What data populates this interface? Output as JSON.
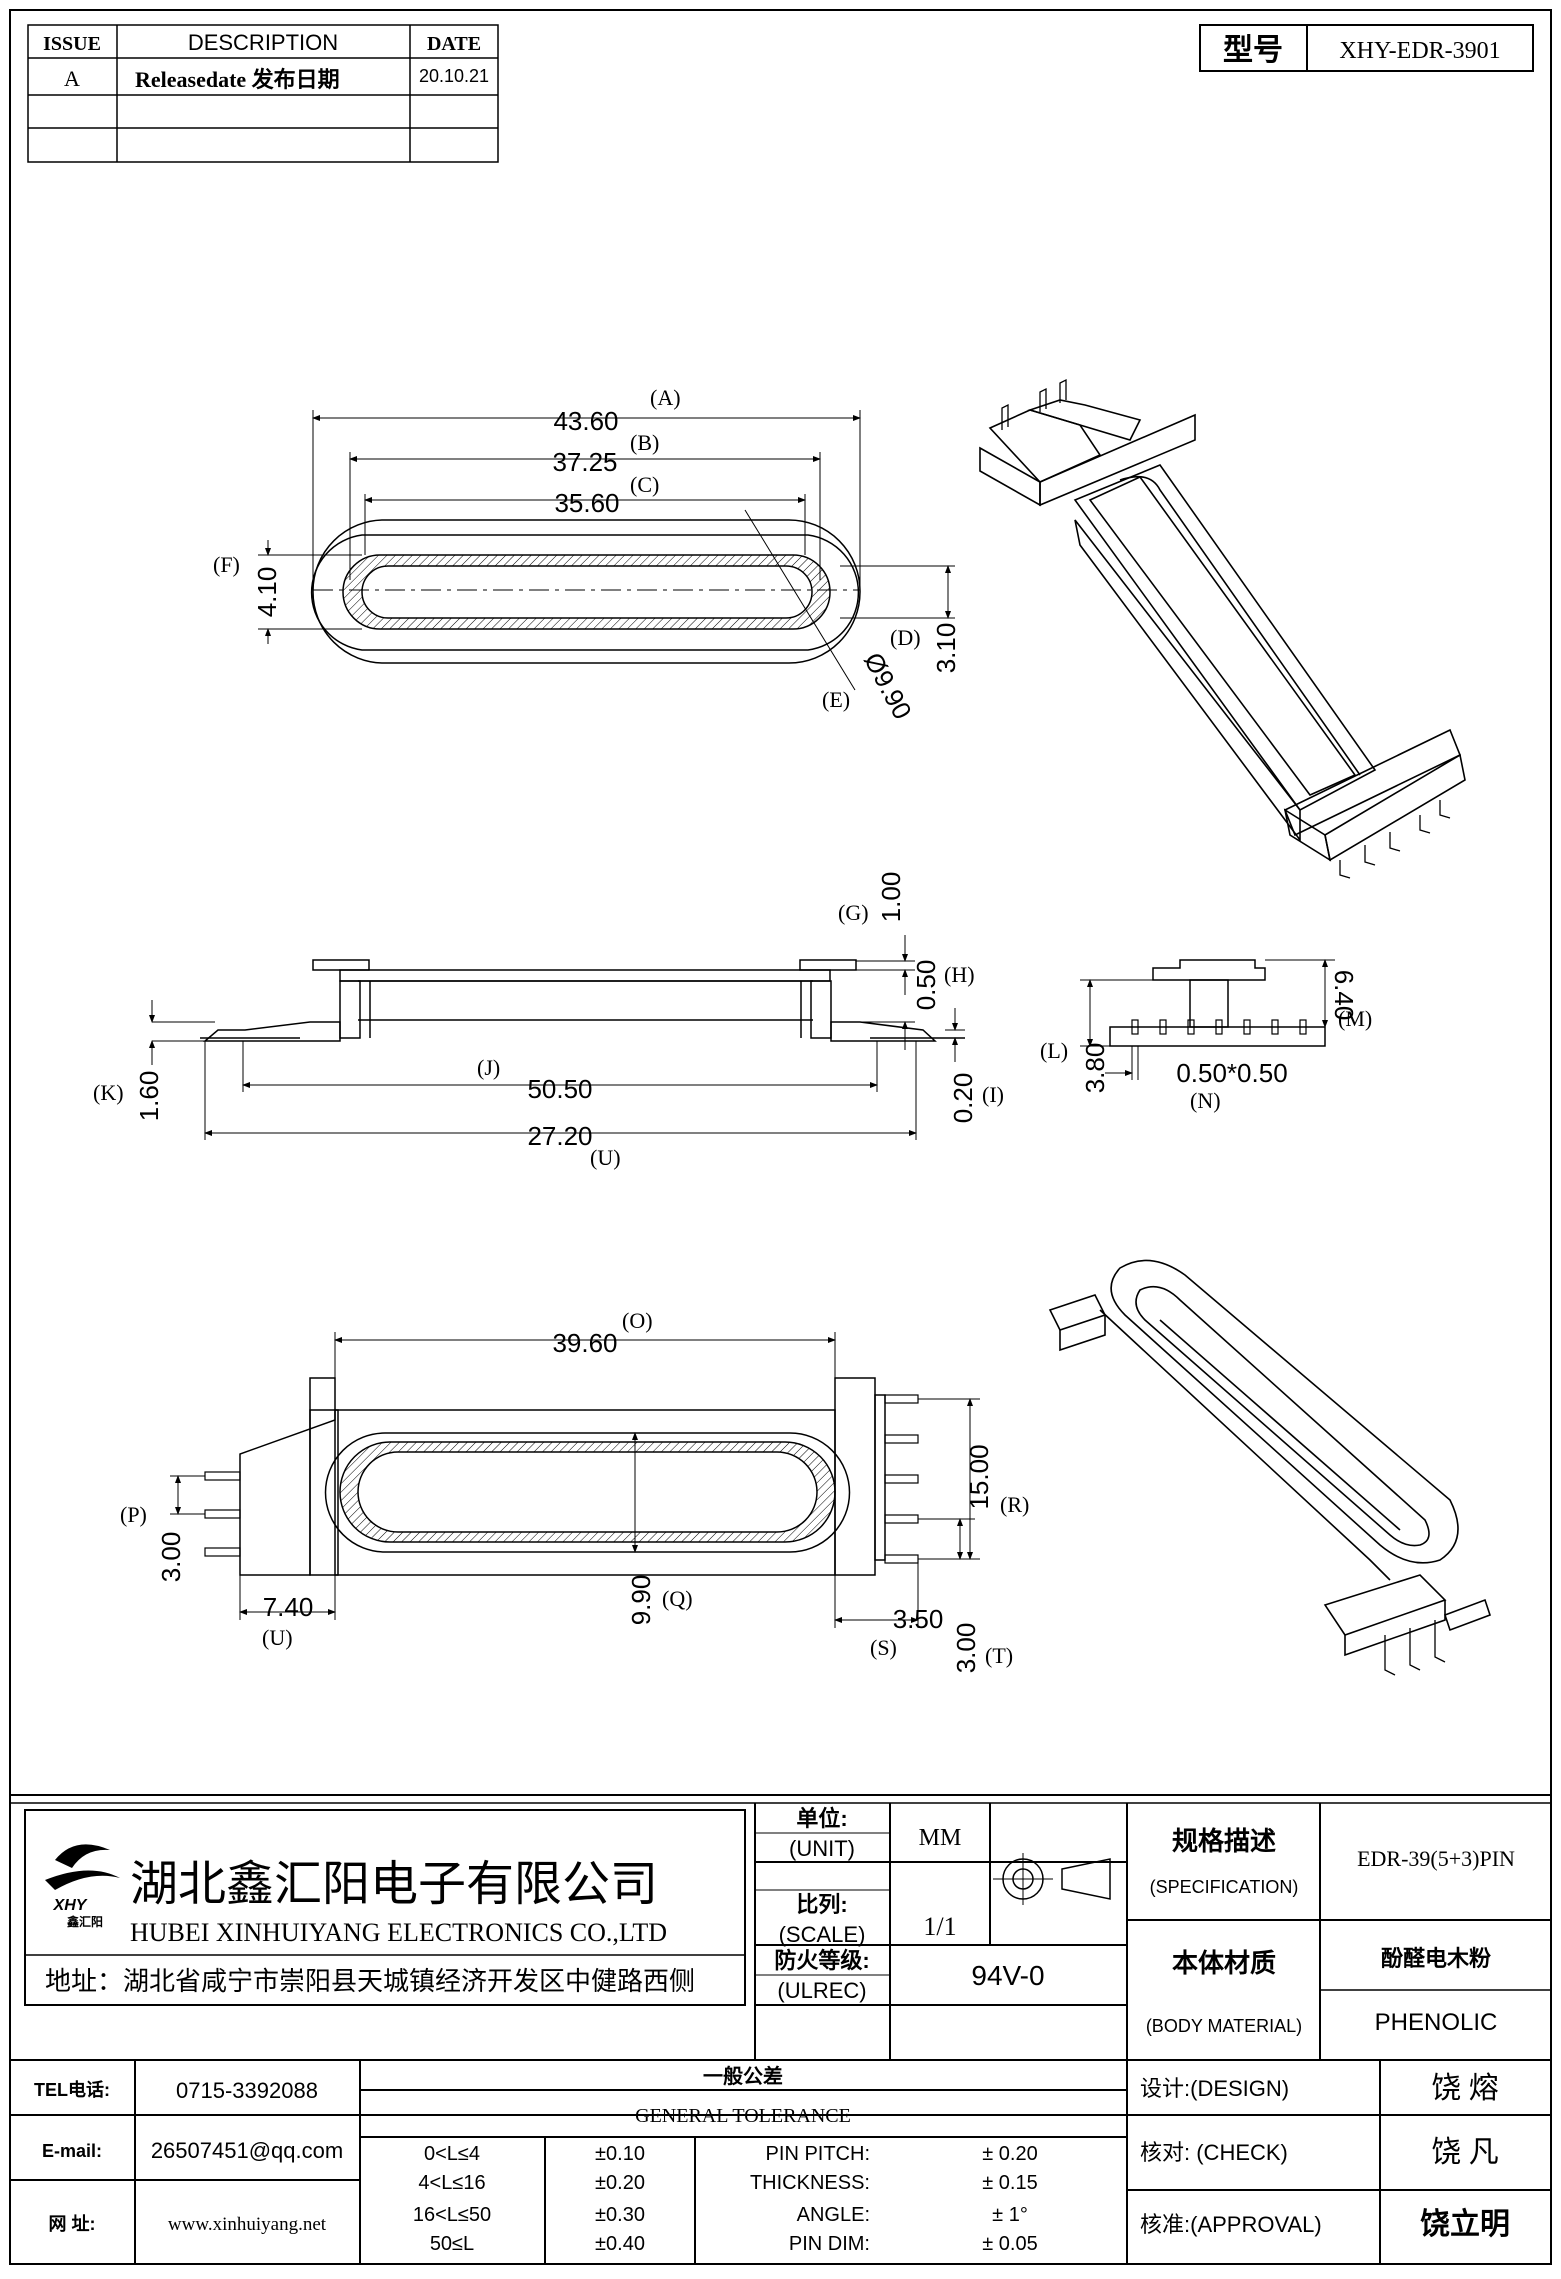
{
  "revision": {
    "headers": {
      "issue": "ISSUE",
      "description": "DESCRIPTION",
      "date": "DATE"
    },
    "rows": [
      {
        "issue": "A",
        "description": "Releasedate 发布日期",
        "date": "20.10.21"
      }
    ]
  },
  "model": {
    "label": "型号",
    "value": "XHY-EDR-3901"
  },
  "top_view": {
    "dims": [
      "43.60",
      "37.25",
      "35.60",
      "4.10",
      "3.10",
      "Ø9.90"
    ],
    "tags": [
      "(A)",
      "(B)",
      "(C)",
      "(F)",
      "(D)",
      "(E)"
    ]
  },
  "side_view": {
    "dims": [
      "1.00",
      "0.50",
      "1.60",
      "50.50",
      "27.20",
      "0.20"
    ],
    "tags": [
      "(G)",
      "(H)",
      "(K)",
      "(J)",
      "(U)",
      "(I)"
    ]
  },
  "end_view": {
    "dims": [
      "6.40",
      "3.80",
      "0.50*0.50"
    ],
    "tags": [
      "(M)",
      "(L)",
      "(N)"
    ]
  },
  "bottom_view": {
    "dims": [
      "39.60",
      "15.00",
      "3.00",
      "7.40",
      "9.90",
      "3.50",
      "3.00"
    ],
    "tags": [
      "(O)",
      "(R)",
      "(P)",
      "(U)",
      "(Q)",
      "(S)",
      "(T)"
    ]
  },
  "company": {
    "logo_text": "XHY",
    "logo_sub": "鑫汇阳",
    "name_cn": "湖北鑫汇阳电子有限公司",
    "name_en": "HUBEI XINHUIYANG ELECTRONICS CO.,LTD",
    "address": "地址：湖北省咸宁市崇阳县天城镇经济开发区中健路西侧"
  },
  "title_block": {
    "unit_cn": "单位:",
    "unit_en": "(UNIT)",
    "unit_val": "MM",
    "scale_cn": "比列:",
    "scale_en": "(SCALE)",
    "scale_val": "1/1",
    "ul_cn": "防火等级:",
    "ul_en": "(ULREC)",
    "ul_val": "94V-0",
    "spec_cn": "规格描述",
    "spec_en": "(SPECIFICATION)",
    "spec_val": "EDR-39(5+3)PIN",
    "mat_cn": "本体材质",
    "mat_en": "(BODY MATERIAL)",
    "mat_val_cn": "酚醛电木粉",
    "mat_val_en": "PHENOLIC"
  },
  "contact": {
    "tel_label": "TEL电话:",
    "tel": "0715-3392088",
    "email_label": "E-mail:",
    "email": "26507451@qq.com",
    "web_label": "网  址:",
    "web": "www.xinhuiyang.net"
  },
  "tolerance": {
    "title_cn": "一般公差",
    "title_en": "GENERAL TOLERANCE",
    "ranges": [
      {
        "range": "0<L≤4",
        "tol": "±0.10"
      },
      {
        "range": "4<L≤16",
        "tol": "±0.20"
      },
      {
        "range": "16<L≤50",
        "tol": "±0.30"
      },
      {
        "range": "50≤L",
        "tol": "±0.40"
      }
    ],
    "others": [
      {
        "label": "PIN PITCH:",
        "value": "± 0.20"
      },
      {
        "label": "THICKNESS:",
        "value": "± 0.15"
      },
      {
        "label": "ANGLE:",
        "value": "± 1°"
      },
      {
        "label": "PIN DIM:",
        "value": "± 0.05"
      }
    ]
  },
  "approvals": [
    {
      "label": "设计:(DESIGN)",
      "name": "饶  熔"
    },
    {
      "label": "核对: (CHECK)",
      "name": "饶  凡"
    },
    {
      "label": "核准:(APPROVAL)",
      "name": "饶立明"
    }
  ]
}
